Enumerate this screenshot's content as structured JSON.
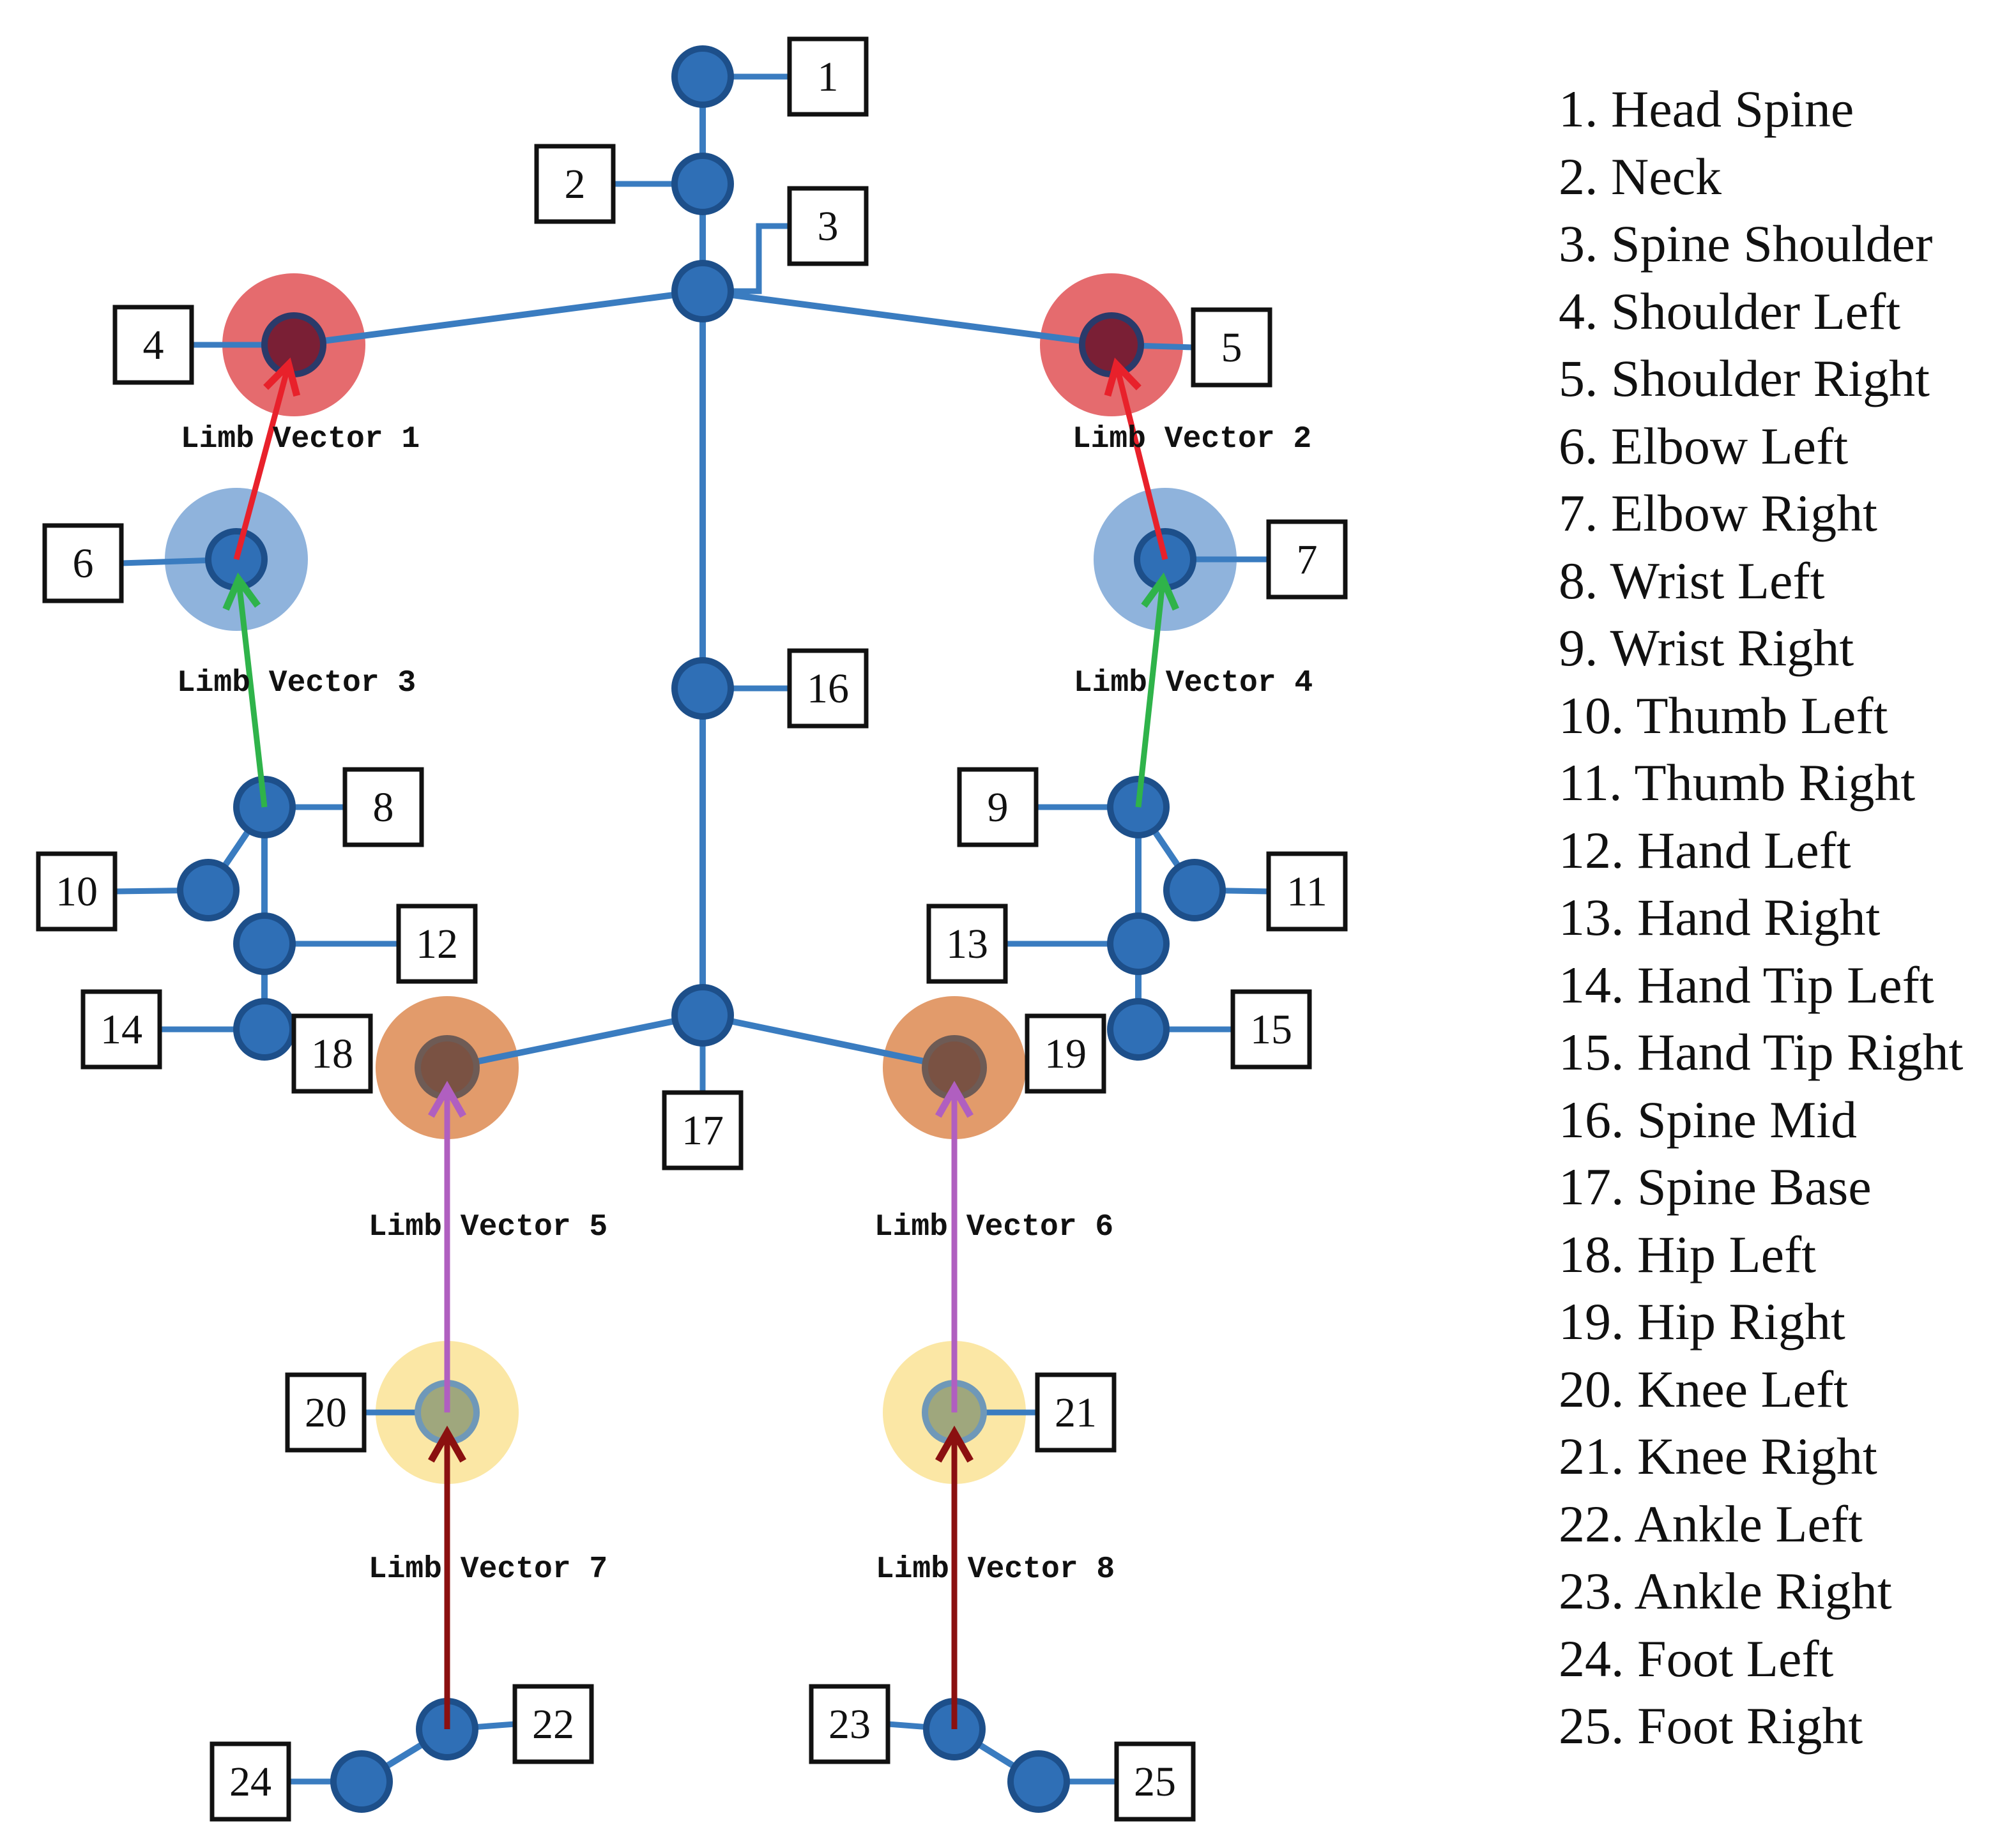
{
  "joints": [
    {
      "id": 1,
      "name": "Head Spine"
    },
    {
      "id": 2,
      "name": "Neck"
    },
    {
      "id": 3,
      "name": "Spine Shoulder"
    },
    {
      "id": 4,
      "name": "Shoulder Left"
    },
    {
      "id": 5,
      "name": "Shoulder Right"
    },
    {
      "id": 6,
      "name": "Elbow Left"
    },
    {
      "id": 7,
      "name": "Elbow Right"
    },
    {
      "id": 8,
      "name": "Wrist Left"
    },
    {
      "id": 9,
      "name": "Wrist Right"
    },
    {
      "id": 10,
      "name": "Thumb Left"
    },
    {
      "id": 11,
      "name": "Thumb Right"
    },
    {
      "id": 12,
      "name": "Hand Left"
    },
    {
      "id": 13,
      "name": "Hand Right"
    },
    {
      "id": 14,
      "name": "Hand Tip Left"
    },
    {
      "id": 15,
      "name": "Hand Tip Right"
    },
    {
      "id": 16,
      "name": "Spine Mid"
    },
    {
      "id": 17,
      "name": "Spine Base"
    },
    {
      "id": 18,
      "name": "Hip Left"
    },
    {
      "id": 19,
      "name": "Hip Right"
    },
    {
      "id": 20,
      "name": "Knee Left"
    },
    {
      "id": 21,
      "name": "Knee Right"
    },
    {
      "id": 22,
      "name": "Ankle Left"
    },
    {
      "id": 23,
      "name": "Ankle Right"
    },
    {
      "id": 24,
      "name": "Foot Left"
    },
    {
      "id": 25,
      "name": "Foot Right"
    }
  ],
  "legend": [
    "1. Head Spine",
    "2. Neck",
    "3. Spine Shoulder",
    "4. Shoulder Left",
    "5. Shoulder Right",
    "6. Elbow Left",
    "7. Elbow Right",
    "8. Wrist Left",
    "9. Wrist Right",
    "10. Thumb Left",
    "11. Thumb Right",
    "12. Hand Left",
    "13. Hand Right",
    "14. Hand Tip Left",
    "15. Hand Tip Right",
    "16. Spine Mid",
    "17. Spine Base",
    "18. Hip Left",
    "19. Hip Right",
    "20. Knee Left",
    "21. Knee Right",
    "22. Ankle Left",
    "23. Ankle Right",
    "24. Foot Left",
    "25. Foot Right"
  ],
  "limb_vectors": [
    {
      "label": "Limb Vector 1",
      "from": 6,
      "to": 4,
      "color": "#e8212b"
    },
    {
      "label": "Limb Vector 2",
      "from": 7,
      "to": 5,
      "color": "#e8212b"
    },
    {
      "label": "Limb Vector 3",
      "from": 8,
      "to": 6,
      "color": "#2fb34a"
    },
    {
      "label": "Limb Vector 4",
      "from": 9,
      "to": 7,
      "color": "#2fb34a"
    },
    {
      "label": "Limb Vector 5",
      "from": 20,
      "to": 18,
      "color": "#b05fc0"
    },
    {
      "label": "Limb Vector 6",
      "from": 21,
      "to": 19,
      "color": "#b05fc0"
    },
    {
      "label": "Limb Vector 7",
      "from": 22,
      "to": 20,
      "color": "#8b1010"
    },
    {
      "label": "Limb Vector 8",
      "from": 23,
      "to": 21,
      "color": "#8b1010"
    }
  ],
  "bones": [
    [
      1,
      2
    ],
    [
      2,
      3
    ],
    [
      3,
      4
    ],
    [
      3,
      5
    ],
    [
      3,
      16
    ],
    [
      16,
      17
    ],
    [
      17,
      18
    ],
    [
      17,
      19
    ],
    [
      8,
      10
    ],
    [
      8,
      12
    ],
    [
      12,
      14
    ],
    [
      9,
      11
    ],
    [
      9,
      13
    ],
    [
      13,
      15
    ],
    [
      22,
      24
    ],
    [
      23,
      25
    ]
  ],
  "colors": {
    "joint": "#2f6fb6",
    "joint_stroke": "#1d4f8a",
    "bone": "#3a7cc0",
    "shoulder_halo": "#e56b6e",
    "elbow_halo": "#8fb3dc",
    "hip_halo": "#e29b6b",
    "knee_halo": "#fbe7a5",
    "shoulder_core": "#7a1f35",
    "hip_core": "#7a5243",
    "knee_core": "#9fa77d"
  }
}
